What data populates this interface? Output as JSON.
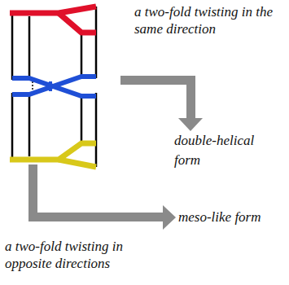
{
  "diagram": {
    "labels": [
      "a two-fold twisting in the same direction",
      "double-helical form",
      "meso-like form",
      "a two-fold twisting in opposite directions"
    ]
  }
}
